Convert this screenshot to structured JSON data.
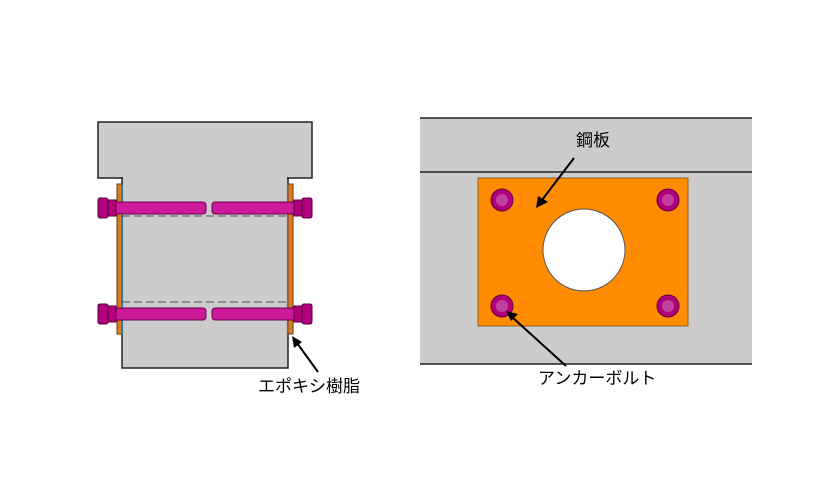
{
  "labels": {
    "epoxy": "エポキシ樹脂",
    "steel_plate": "鋼板",
    "anchor_bolt": "アンカーボルト"
  },
  "colors": {
    "concrete": "#cccccc",
    "outline": "#222222",
    "steel_plate": "#ff8c00",
    "bolt": "#cc1a99",
    "bolt_head": "#b3007a",
    "plate_edge": "#8b5a2b",
    "anchor_inner": "#c040a0"
  }
}
